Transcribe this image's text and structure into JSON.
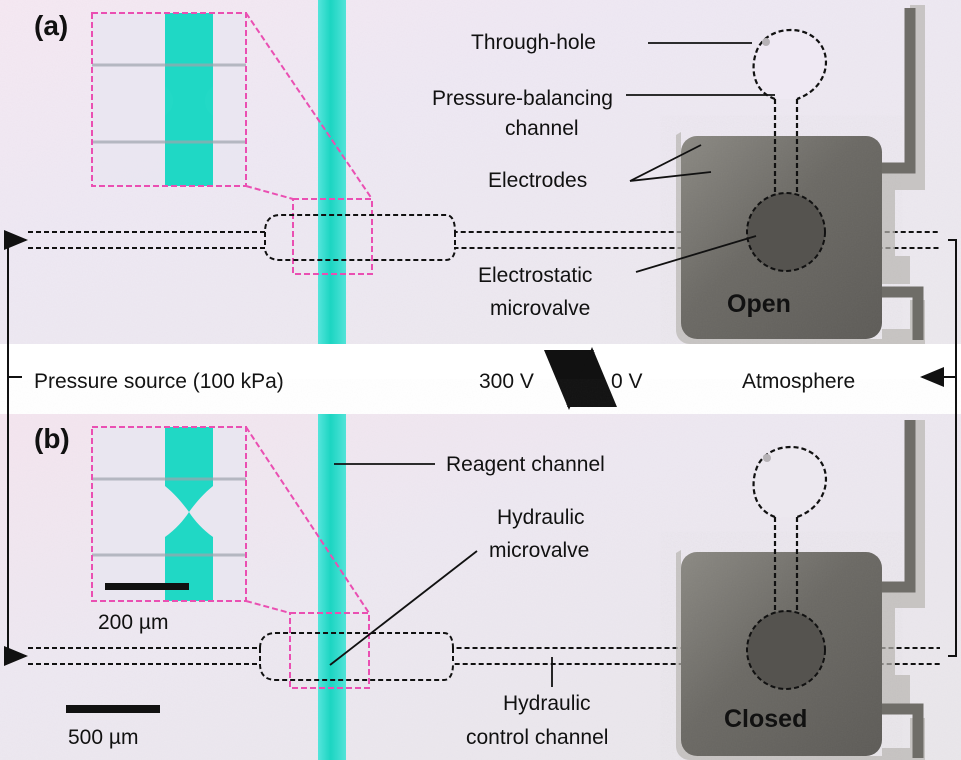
{
  "panels": {
    "a": {
      "label": "(a)",
      "state": "Open"
    },
    "b": {
      "label": "(b)",
      "state": "Closed"
    }
  },
  "annotations": {
    "through_hole": "Through-hole",
    "pressure_balancing_1": "Pressure-balancing",
    "pressure_balancing_2": "channel",
    "electrodes": "Electrodes",
    "electrostatic_1": "Electrostatic",
    "electrostatic_2": "microvalve",
    "reagent_channel": "Reagent channel",
    "hydraulic_1": "Hydraulic",
    "hydraulic_2": "microvalve",
    "hydraulic_control_1": "Hydraulic",
    "hydraulic_control_2": "control channel"
  },
  "middle": {
    "pressure_source": "Pressure source (100 kPa)",
    "voltage_on": "300 V",
    "voltage_off": "0 V",
    "atmosphere": "Atmosphere"
  },
  "scales": {
    "inset": "200 µm",
    "main": "500 µm"
  },
  "colors": {
    "cyan": "#25d6c3",
    "magenta": "#ea4fb2",
    "dark_electrode": "#66645f",
    "panel_a_bg": "#efe8f2",
    "panel_b_bg": "#ece6ef"
  }
}
